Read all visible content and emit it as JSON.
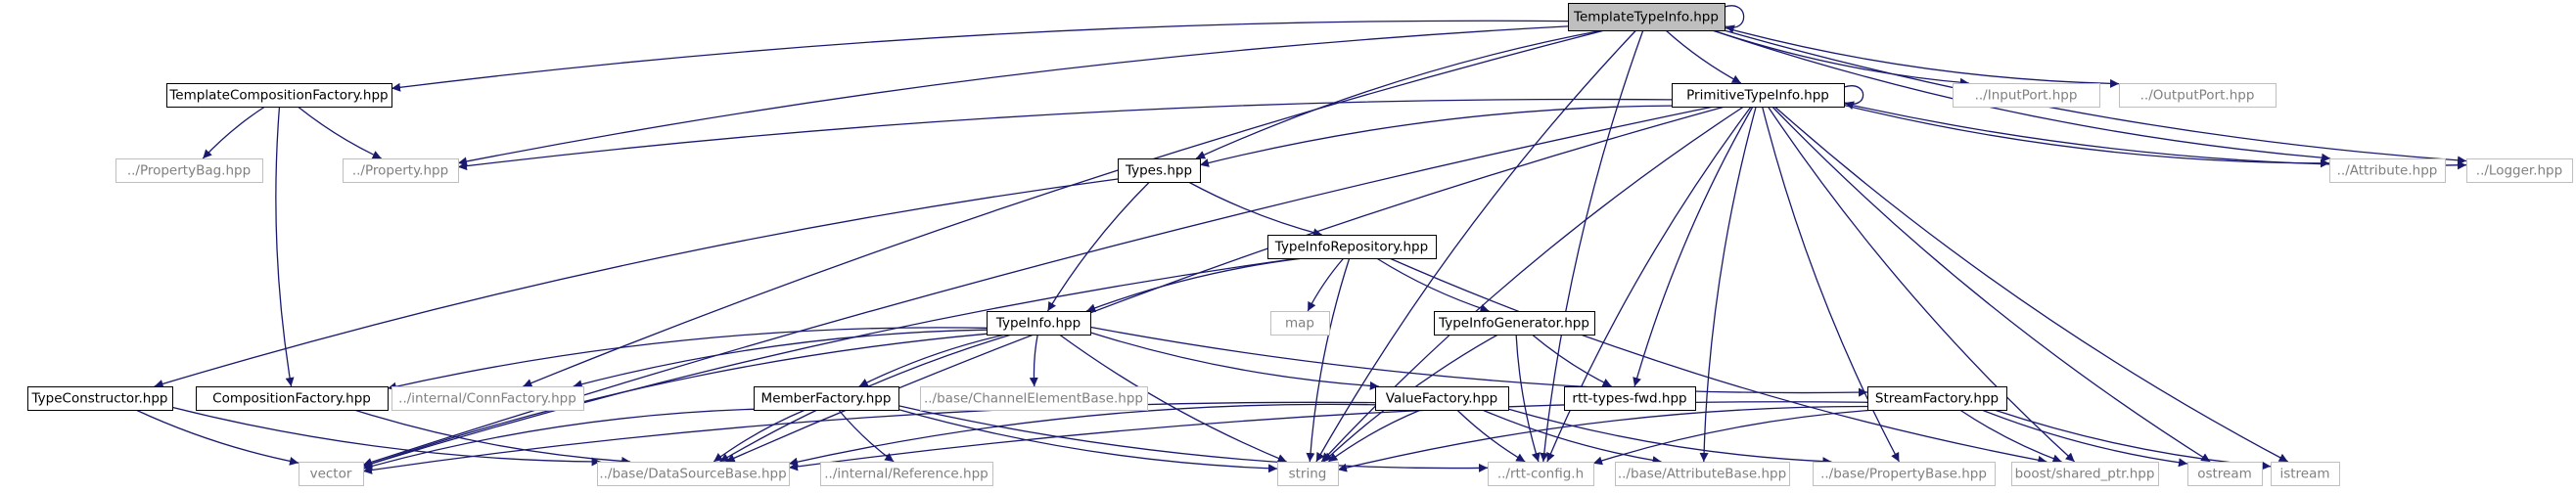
{
  "diagram": {
    "colors": {
      "edge": "#191970",
      "box_border_documented": "#000000",
      "box_border_external": "#bfbfbf",
      "text_documented": "#000000",
      "text_external": "#808080",
      "root_fill": "#bfbfbf",
      "node_fill": "#ffffff"
    },
    "nodes": [
      {
        "id": "tti",
        "label": "TemplateTypeInfo.hpp",
        "kind": "root"
      },
      {
        "id": "tcf",
        "label": "TemplateCompositionFactory.hpp",
        "kind": "documented"
      },
      {
        "id": "pti",
        "label": "PrimitiveTypeInfo.hpp",
        "kind": "documented"
      },
      {
        "id": "inp",
        "label": "../InputPort.hpp",
        "kind": "external"
      },
      {
        "id": "outp",
        "label": "../OutputPort.hpp",
        "kind": "external"
      },
      {
        "id": "pbag",
        "label": "../PropertyBag.hpp",
        "kind": "external"
      },
      {
        "id": "prop",
        "label": "../Property.hpp",
        "kind": "external"
      },
      {
        "id": "types",
        "label": "Types.hpp",
        "kind": "documented"
      },
      {
        "id": "attr",
        "label": "../Attribute.hpp",
        "kind": "external"
      },
      {
        "id": "logger",
        "label": "../Logger.hpp",
        "kind": "external"
      },
      {
        "id": "tir",
        "label": "TypeInfoRepository.hpp",
        "kind": "documented"
      },
      {
        "id": "map",
        "label": "map",
        "kind": "external"
      },
      {
        "id": "tig",
        "label": "TypeInfoGenerator.hpp",
        "kind": "documented"
      },
      {
        "id": "ti",
        "label": "TypeInfo.hpp",
        "kind": "documented"
      },
      {
        "id": "tc",
        "label": "TypeConstructor.hpp",
        "kind": "documented"
      },
      {
        "id": "cf",
        "label": "CompositionFactory.hpp",
        "kind": "documented"
      },
      {
        "id": "conn",
        "label": "../internal/ConnFactory.hpp",
        "kind": "external"
      },
      {
        "id": "mf",
        "label": "MemberFactory.hpp",
        "kind": "documented"
      },
      {
        "id": "cebase",
        "label": "../base/ChannelElementBase.hpp",
        "kind": "external"
      },
      {
        "id": "vf",
        "label": "ValueFactory.hpp",
        "kind": "documented"
      },
      {
        "id": "rtf",
        "label": "rtt-types-fwd.hpp",
        "kind": "documented"
      },
      {
        "id": "sf",
        "label": "StreamFactory.hpp",
        "kind": "documented"
      },
      {
        "id": "vector",
        "label": "vector",
        "kind": "external"
      },
      {
        "id": "dsb",
        "label": "../base/DataSourceBase.hpp",
        "kind": "external"
      },
      {
        "id": "ref",
        "label": "../internal/Reference.hpp",
        "kind": "external"
      },
      {
        "id": "string",
        "label": "string",
        "kind": "external"
      },
      {
        "id": "rttcfg",
        "label": "../rtt-config.h",
        "kind": "external"
      },
      {
        "id": "ab",
        "label": "../base/AttributeBase.hpp",
        "kind": "external"
      },
      {
        "id": "pb",
        "label": "../base/PropertyBase.hpp",
        "kind": "external"
      },
      {
        "id": "sptr",
        "label": "boost/shared_ptr.hpp",
        "kind": "external"
      },
      {
        "id": "ostream",
        "label": "ostream",
        "kind": "external"
      },
      {
        "id": "istream",
        "label": "istream",
        "kind": "external"
      }
    ],
    "edges": [
      [
        "tti",
        "tti"
      ],
      [
        "tti",
        "tcf"
      ],
      [
        "tti",
        "prop"
      ],
      [
        "tti",
        "pti"
      ],
      [
        "tti",
        "inp"
      ],
      [
        "tti",
        "outp"
      ],
      [
        "tti",
        "types"
      ],
      [
        "tti",
        "conn"
      ],
      [
        "tti",
        "attr"
      ],
      [
        "tti",
        "logger"
      ],
      [
        "tti",
        "string"
      ],
      [
        "tti",
        "rttcfg"
      ],
      [
        "tcf",
        "pbag"
      ],
      [
        "tcf",
        "prop"
      ],
      [
        "tcf",
        "cf"
      ],
      [
        "pti",
        "pti"
      ],
      [
        "pti",
        "prop"
      ],
      [
        "pti",
        "types"
      ],
      [
        "pti",
        "attr"
      ],
      [
        "pti",
        "logger"
      ],
      [
        "pti",
        "vector"
      ],
      [
        "pti",
        "dsb"
      ],
      [
        "pti",
        "rtf"
      ],
      [
        "pti",
        "string"
      ],
      [
        "pti",
        "rttcfg"
      ],
      [
        "pti",
        "ab"
      ],
      [
        "pti",
        "pb"
      ],
      [
        "pti",
        "sptr"
      ],
      [
        "pti",
        "ostream"
      ],
      [
        "pti",
        "istream"
      ],
      [
        "types",
        "ti"
      ],
      [
        "types",
        "tir"
      ],
      [
        "types",
        "tc"
      ],
      [
        "tir",
        "ti"
      ],
      [
        "tir",
        "map"
      ],
      [
        "tir",
        "tig"
      ],
      [
        "tir",
        "vector"
      ],
      [
        "tir",
        "string"
      ],
      [
        "tir",
        "sptr"
      ],
      [
        "tig",
        "rtf"
      ],
      [
        "tig",
        "string"
      ],
      [
        "tig",
        "rttcfg"
      ],
      [
        "ti",
        "cf"
      ],
      [
        "ti",
        "conn"
      ],
      [
        "ti",
        "mf"
      ],
      [
        "ti",
        "cebase"
      ],
      [
        "ti",
        "vf"
      ],
      [
        "ti",
        "sf"
      ],
      [
        "ti",
        "vector"
      ],
      [
        "ti",
        "dsb"
      ],
      [
        "ti",
        "string"
      ],
      [
        "tc",
        "vector"
      ],
      [
        "tc",
        "dsb"
      ],
      [
        "cf",
        "dsb"
      ],
      [
        "mf",
        "vector"
      ],
      [
        "mf",
        "dsb"
      ],
      [
        "mf",
        "ref"
      ],
      [
        "mf",
        "string"
      ],
      [
        "mf",
        "rttcfg"
      ],
      [
        "vf",
        "vector"
      ],
      [
        "vf",
        "dsb"
      ],
      [
        "vf",
        "string"
      ],
      [
        "vf",
        "rttcfg"
      ],
      [
        "vf",
        "ab"
      ],
      [
        "vf",
        "pb"
      ],
      [
        "sf",
        "dsb"
      ],
      [
        "sf",
        "string"
      ],
      [
        "sf",
        "rttcfg"
      ],
      [
        "sf",
        "sptr"
      ],
      [
        "sf",
        "ostream"
      ],
      [
        "sf",
        "istream"
      ]
    ]
  }
}
